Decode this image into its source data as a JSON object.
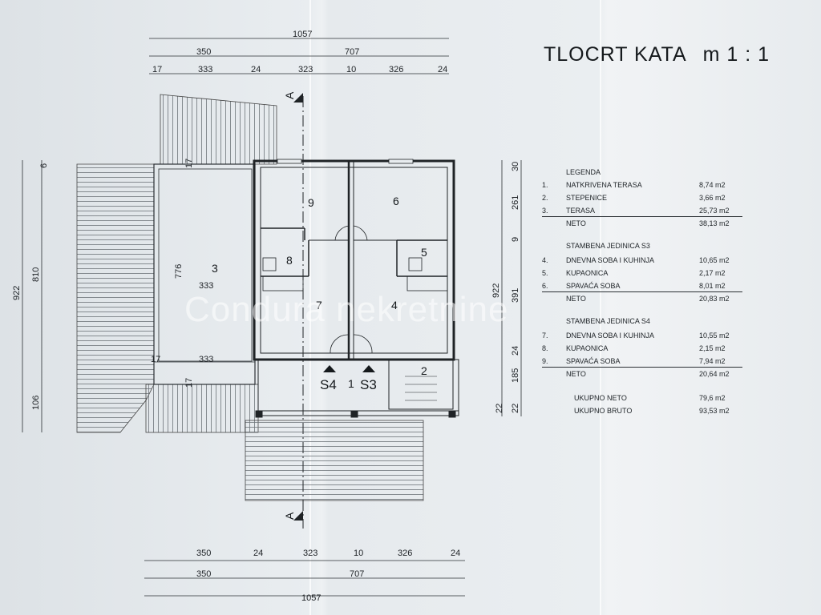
{
  "title": {
    "text": "TLOCRT  KATA",
    "scale": "m 1 : 1"
  },
  "dimensions_top": {
    "total": "1057",
    "left": "350",
    "right": "707",
    "segments": [
      "17",
      "333",
      "24",
      "323",
      "10",
      "326",
      "24"
    ]
  },
  "dimensions_bottom": {
    "total": "1057",
    "left": "350",
    "right": "707",
    "segments": [
      "350",
      "24",
      "323",
      "10",
      "326",
      "24"
    ]
  },
  "dimensions_left": {
    "total": "922",
    "mid": "810",
    "low": "106",
    "top": "6"
  },
  "dimensions_right": {
    "total": "922",
    "a": "30",
    "b": "261",
    "c": "9",
    "d": "391",
    "e": "24",
    "f": "185",
    "g": "22"
  },
  "dimensions_inner": {
    "h776": "776",
    "w333a": "333",
    "w333b": "333",
    "t17a": "17",
    "t17b": "17",
    "t17c": "17",
    "t22": "22"
  },
  "rooms": {
    "r1": "1",
    "r2": "2",
    "r3": "3",
    "r4": "4",
    "r5": "5",
    "r6": "6",
    "r7": "7",
    "r8": "8",
    "r9": "9"
  },
  "unit_labels": {
    "s4": "S4",
    "s3": "S3"
  },
  "section_marks": {
    "top": "A",
    "bottom": "A"
  },
  "legend": {
    "heading": "LEGENDA",
    "group1": [
      {
        "no": "1.",
        "name": "NATKRIVENA TERASA",
        "area": "8,74 m2"
      },
      {
        "no": "2.",
        "name": "STEPENICE",
        "area": "3,66 m2"
      },
      {
        "no": "3.",
        "name": "TERASA",
        "area": "25,73 m2"
      }
    ],
    "neto1": {
      "label": "NETO",
      "area": "38,13 m2"
    },
    "group2_title": "STAMBENA JEDINICA S3",
    "group2": [
      {
        "no": "4.",
        "name": "DNEVNA SOBA I KUHINJA",
        "area": "10,65 m2"
      },
      {
        "no": "5.",
        "name": "KUPAONICA",
        "area": "2,17 m2"
      },
      {
        "no": "6.",
        "name": "SPAVAĆA SOBA",
        "area": "8,01 m2"
      }
    ],
    "neto2": {
      "label": "NETO",
      "area": "20,83 m2"
    },
    "group3_title": "STAMBENA JEDINICA S4",
    "group3": [
      {
        "no": "7.",
        "name": "DNEVNA SOBA I KUHINJA",
        "area": "10,55 m2"
      },
      {
        "no": "8.",
        "name": "KUPAONICA",
        "area": "2,15 m2"
      },
      {
        "no": "9.",
        "name": "SPAVAĆA SOBA",
        "area": "7,94 m2"
      }
    ],
    "neto3": {
      "label": "NETO",
      "area": "20,64 m2"
    },
    "total_neto": {
      "label": "UKUPNO NETO",
      "area": "79,6 m2"
    },
    "total_bruto": {
      "label": "UKUPNO BRUTO",
      "area": "93,53 m2"
    }
  },
  "watermark": "Condura nekretnine"
}
